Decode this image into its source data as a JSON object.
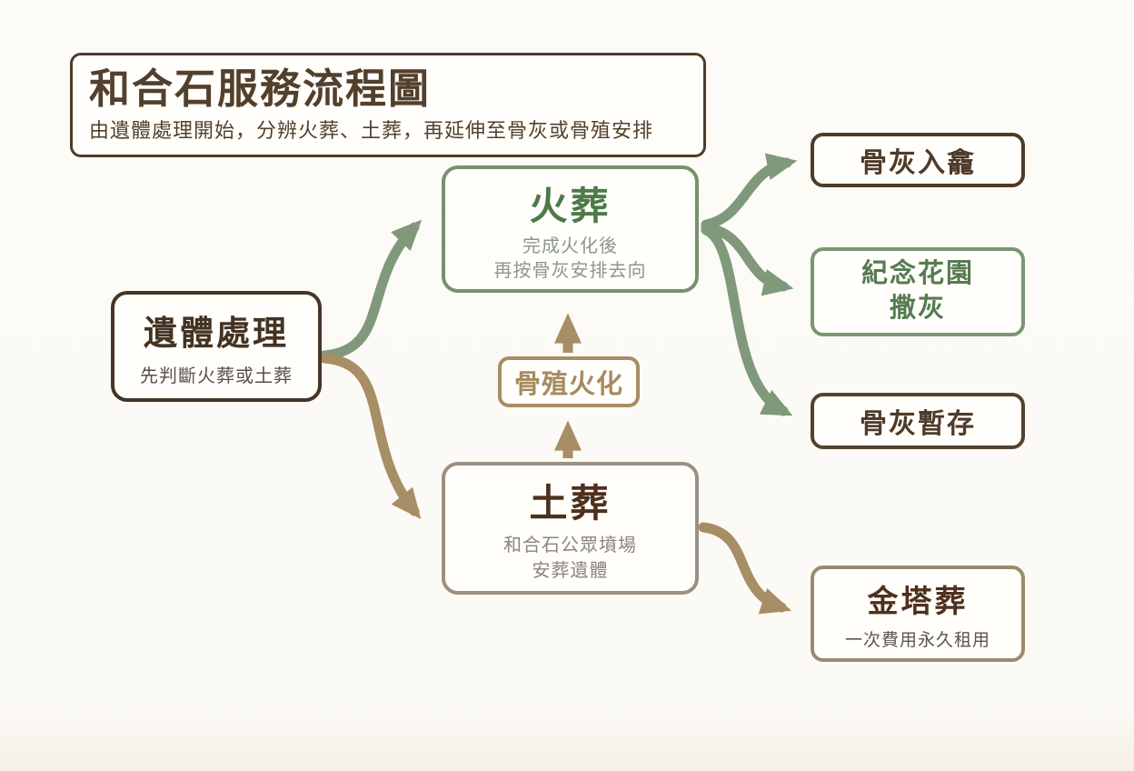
{
  "header": {
    "title": "和合石服務流程圖",
    "subtitle": "由遺體處理開始，分辨火葬、土葬，再延伸至骨灰或骨殖安排"
  },
  "nodes": {
    "body_treatment": {
      "title": "遺體處理",
      "subtitle": "先判斷火葬或土葬"
    },
    "cremation": {
      "title": "火葬",
      "subtitle_line1": "完成火化後",
      "subtitle_line2": "再按骨灰安排去向"
    },
    "exhumed_cremation": {
      "label": "骨殖火化"
    },
    "burial": {
      "title": "土葬",
      "subtitle_line1": "和合石公眾墳場",
      "subtitle_line2": "安葬遺體"
    },
    "niche": {
      "label": "骨灰入龕"
    },
    "garden": {
      "label_line1": "紀念花園",
      "label_line2": "撒灰"
    },
    "storage": {
      "label": "骨灰暫存"
    },
    "golden_urn": {
      "title": "金塔葬",
      "subtitle": "一次費用永久租用"
    }
  },
  "colors": {
    "background": "#fdfbf7",
    "dark_brown": "#4e3b29",
    "burial_title_brown": "#4f301d",
    "green_border": "#76926c",
    "green_text": "#4d7a47",
    "green_arrow": "#7f997a",
    "tan_arrow": "#a78e66",
    "gray_green_subtitle": "#8c968d",
    "gray_brown_subtitle": "#8c857b",
    "burial_border": "#9d9080",
    "urn_border": "#9c8a6e"
  }
}
